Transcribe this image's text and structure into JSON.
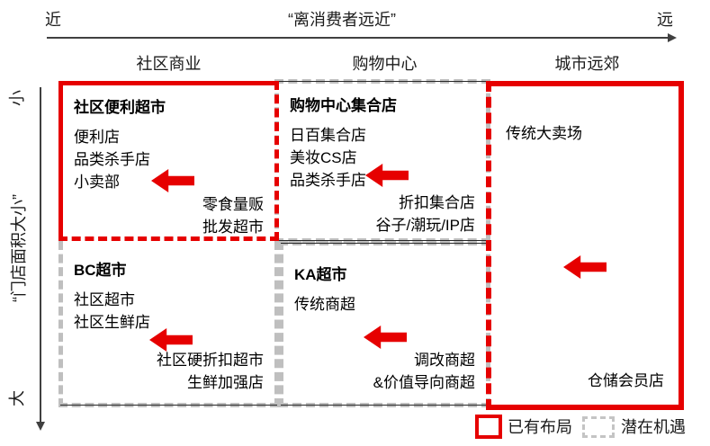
{
  "axes": {
    "x": {
      "title": "“离消费者远近”",
      "min_label": "近",
      "max_label": "远"
    },
    "y": {
      "title": "“门店面积大小”",
      "min_label": "小",
      "max_label": "大"
    }
  },
  "columns": [
    "社区商业",
    "购物中心",
    "城市远郊"
  ],
  "cells": {
    "tl": {
      "title": "社区便利超市",
      "items": [
        "便利店",
        "品类杀手店",
        "小卖部"
      ],
      "bottom_items": [
        "零食量贩",
        "批发超市"
      ]
    },
    "tm": {
      "title": "购物中心集合店",
      "items": [
        "日百集合店",
        "美妆CS店",
        "品类杀手店"
      ],
      "bottom_items": [
        "折扣集合店",
        "谷子/潮玩/IP店"
      ]
    },
    "bl": {
      "title": "BC超市",
      "items": [
        "社区超市",
        "社区生鲜店"
      ],
      "bottom_items": [
        "社区硬折扣超市",
        "生鲜加强店"
      ]
    },
    "bm": {
      "title": "KA超市",
      "items": [
        "传统商超"
      ],
      "bottom_items": [
        "调改商超",
        "&价值导向商超"
      ]
    },
    "right": {
      "top_item": "传统大卖场",
      "bottom_item": "仓储会员店"
    }
  },
  "legend": {
    "existing": "已有布局",
    "potential": "潜在机遇"
  },
  "colors": {
    "red": "#e60000",
    "gray_dash": "#bfbfbf",
    "axis_line": "#404040",
    "text": "#000000"
  }
}
